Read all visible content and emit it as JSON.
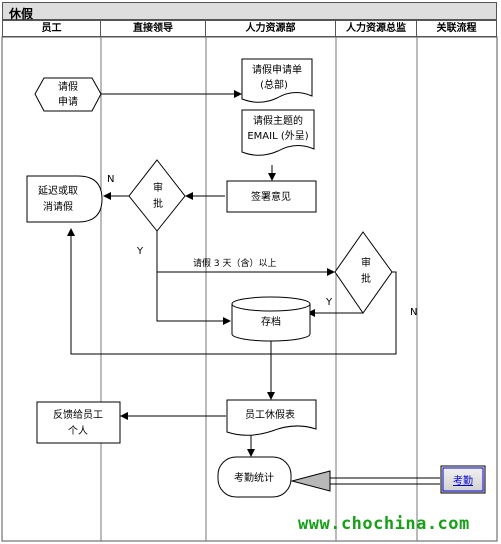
{
  "title": "休假",
  "lanes": [
    "员工",
    "直接领导",
    "人力资源部",
    "人力资源总监",
    "关联流程"
  ],
  "nodes": {
    "start": [
      "请假",
      "申请"
    ],
    "form": [
      "请假申请单",
      "(总部)"
    ],
    "email": [
      "请假主题的",
      "EMAIL (外呈)"
    ],
    "sign": "签署意见",
    "approve1": [
      "审",
      "批"
    ],
    "delay": [
      "延迟或取",
      "消请假"
    ],
    "approve2": [
      "审",
      "批"
    ],
    "archive": "存档",
    "leave_table": "员工休假表",
    "feedback": [
      "反馈给员工",
      "个人"
    ],
    "attendance": "考勤统计",
    "link_attendance": "考勤"
  },
  "edge_labels": {
    "n1": "N",
    "y1": "Y",
    "cond": "请假 3 天（含）以上",
    "y2": "Y",
    "n2": "N"
  },
  "watermark": "www.chochina.com"
}
